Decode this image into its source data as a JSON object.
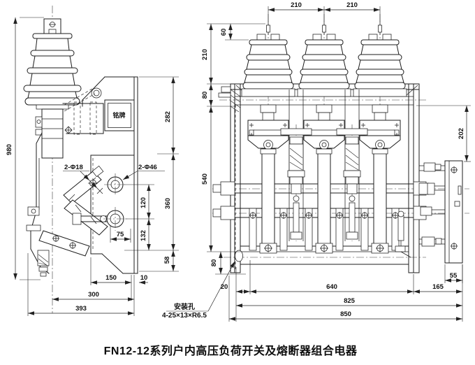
{
  "caption": "FN12-12系列户内高压负荷开关及熔断器组合电器",
  "left_view": {
    "label_nameplate": "铭牌",
    "label_hole_small": "2-Φ18",
    "label_hole_large": "2-Φ46",
    "dim_overall_height": "980",
    "dim_top_section": "282",
    "dim_mid_section": "360",
    "dim_hole_spacing": "120",
    "dim_lower_spacing": "132",
    "dim_bottom_offset": "58",
    "dim_rod_offset": "75",
    "dim_base_inner": "150",
    "dim_base_lip": "10",
    "dim_depth_mid": "300",
    "dim_depth_total": "393"
  },
  "right_view": {
    "dim_pole_pitch_left": "210",
    "dim_pole_pitch_right": "210",
    "dim_terminal_stem": "60",
    "dim_insulator_height": "210",
    "dim_top_flange": "80",
    "dim_frame_height": "540",
    "dim_base_height": "80",
    "dim_mechanism_drop": "202",
    "dim_mechanism_box_width": "55",
    "dim_edge_offset": "20",
    "dim_frame_width": "640",
    "dim_mechanism_width": "165",
    "dim_width_inner": "825",
    "dim_width_total": "850",
    "note_mounting_line1": "安装孔",
    "note_mounting_line2": "4-25×13×R6.5"
  }
}
